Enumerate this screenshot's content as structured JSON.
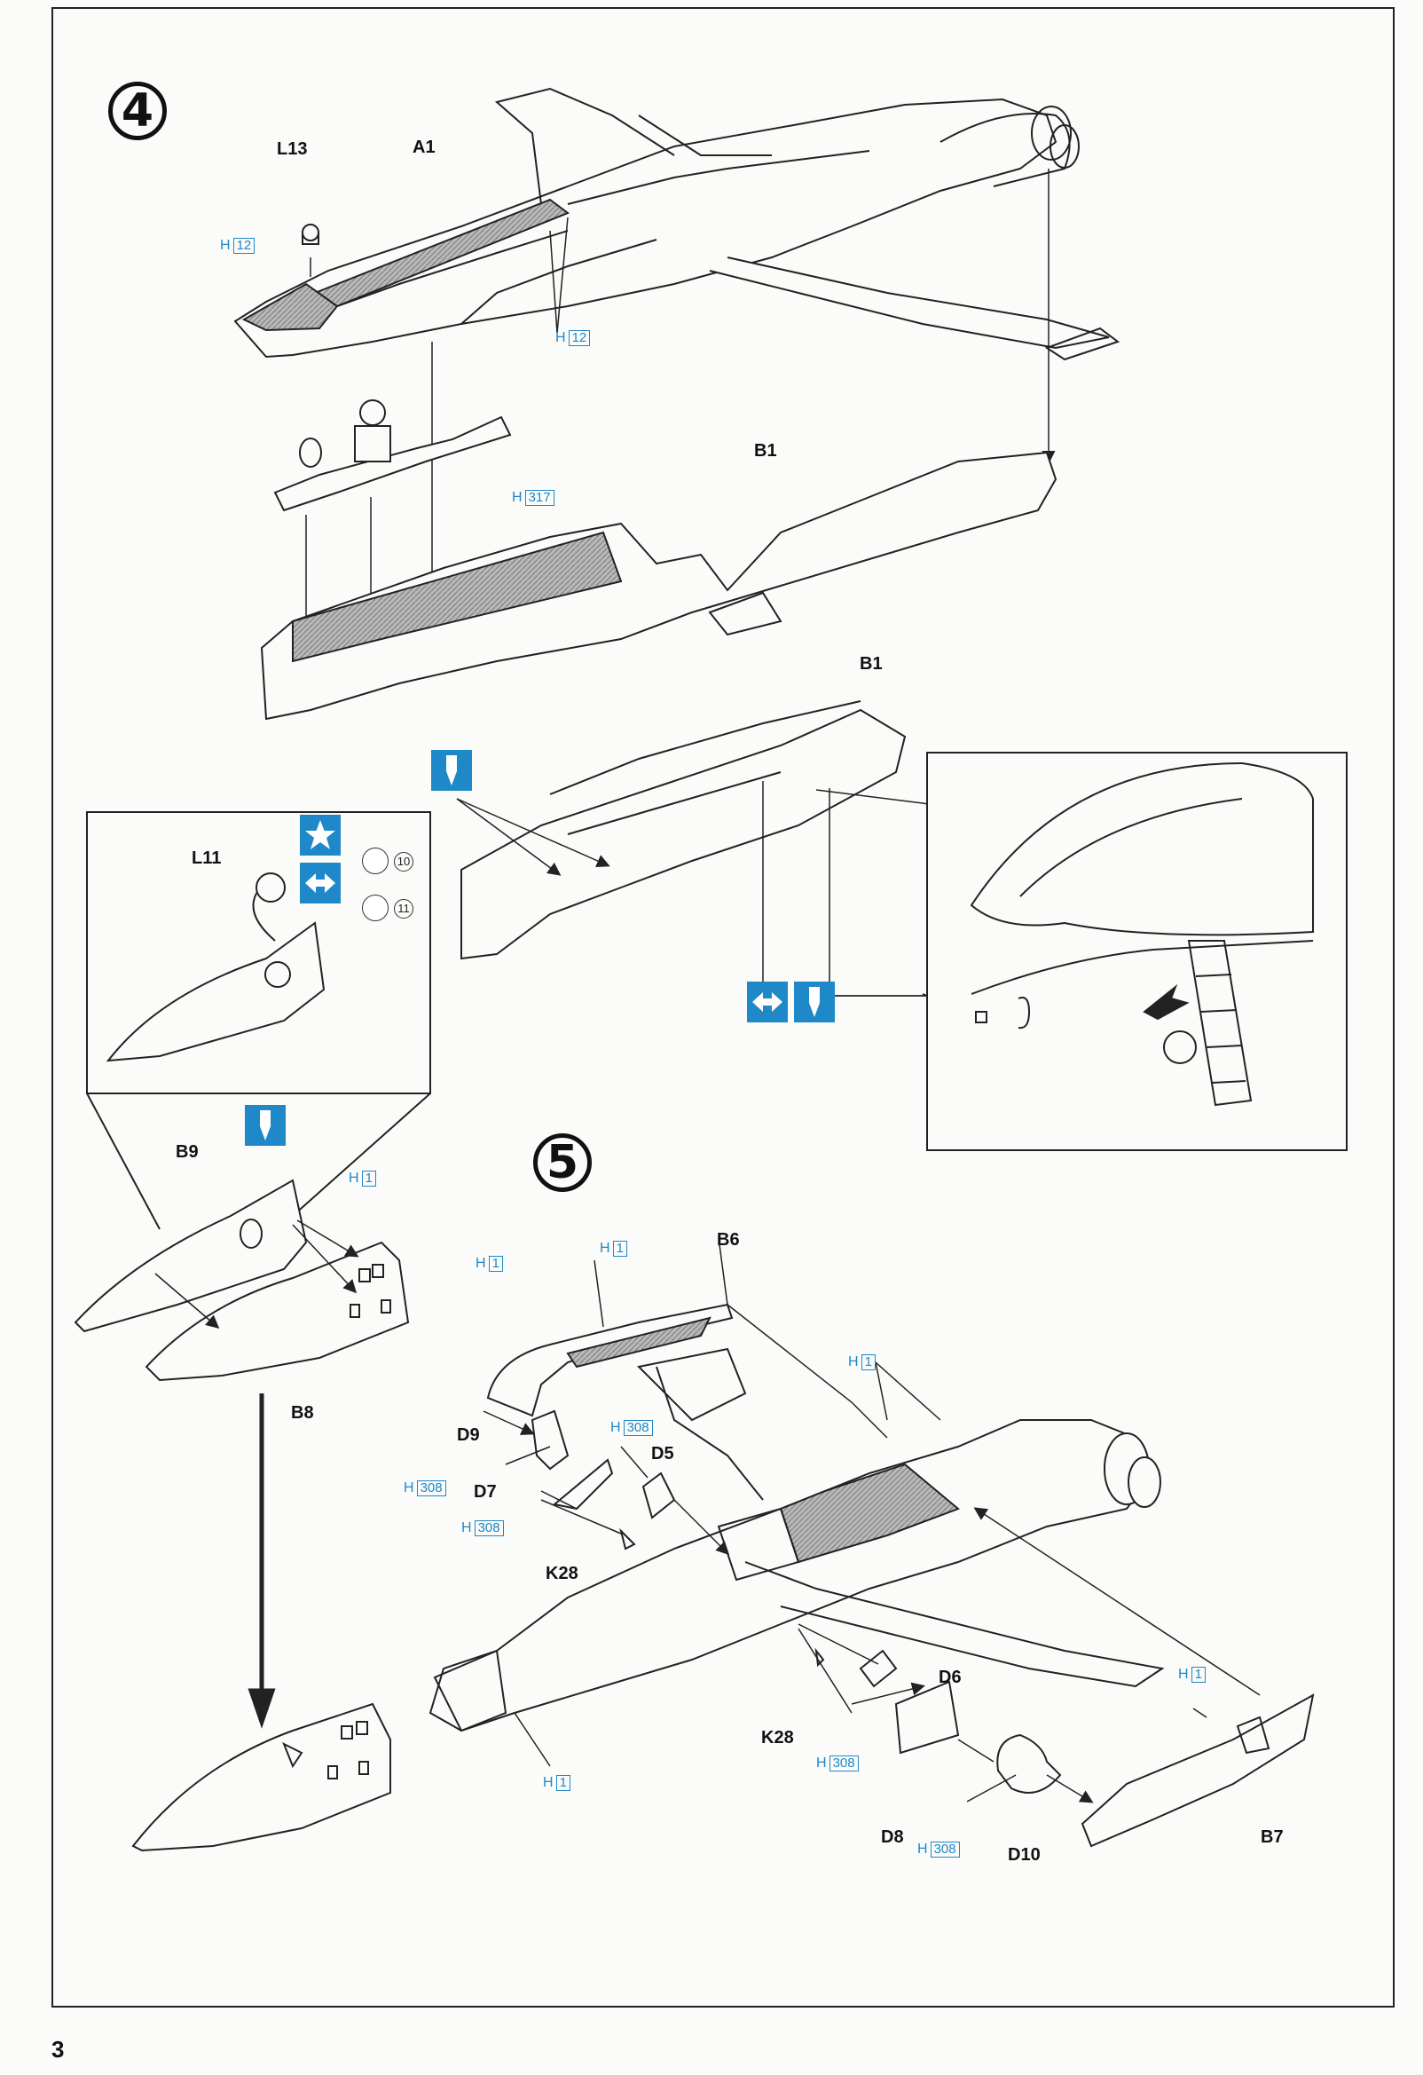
{
  "page": {
    "number": "3"
  },
  "steps": {
    "four": "4",
    "five": "5"
  },
  "part_labels": {
    "l13": "L13",
    "a1": "A1",
    "b1_top": "B1",
    "b1_mid": "B1",
    "l11": "L11",
    "b9": "B9",
    "b8": "B8",
    "b6": "B6",
    "d9": "D9",
    "d7": "D7",
    "d5": "D5",
    "k28_left": "K28",
    "d6": "D6",
    "k28_right": "K28",
    "d8": "D8",
    "d10": "D10",
    "b7": "B7"
  },
  "paint_codes": {
    "prefix": "H",
    "h12_nose": "12",
    "h12_cockpit": "12",
    "h317": "317",
    "h1_b9": "1",
    "h1_b8": "1",
    "h1_b6": "1",
    "h1_spine": "1",
    "h308_d5": "308",
    "h308_d9": "308",
    "h308_d7": "308",
    "h308_d6": "308",
    "h308_d8": "308",
    "h1_b7": "1",
    "h1_nosebay": "1"
  },
  "decal_numbers": {
    "ten": "10",
    "eleven": "11"
  },
  "icons": {
    "apply_glue_icon": "glue-tube-icon",
    "decal_star_icon": "star-icon",
    "decal_choice_icon": "choice-arrows-icon",
    "colors": {
      "accent": "#1e88c8",
      "line": "#222222",
      "fill_gray": "#9a9a9a"
    }
  }
}
